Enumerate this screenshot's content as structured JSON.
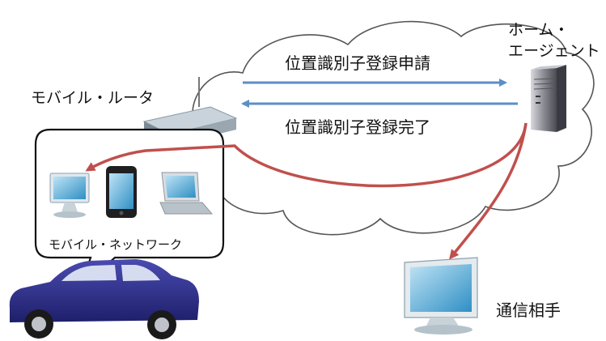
{
  "labels": {
    "home_agent_line1": "ホーム・",
    "home_agent_line2": "エージェント",
    "mobile_router": "モバイル・ルータ",
    "registration_request": "位置識別子登録申請",
    "registration_complete": "位置識別子登録完了",
    "mobile_network": "モバイル・ネットワーク",
    "correspondent": "通信相手"
  },
  "colors": {
    "cloud_stroke": "#555555",
    "request_arrow": "#5b8fc8",
    "data_path": "#c0504d",
    "car_body": "#2e2f8f"
  },
  "icons": [
    "server-icon",
    "router-icon",
    "desktop-monitor-icon",
    "smartphone-icon",
    "laptop-icon",
    "car-icon"
  ]
}
